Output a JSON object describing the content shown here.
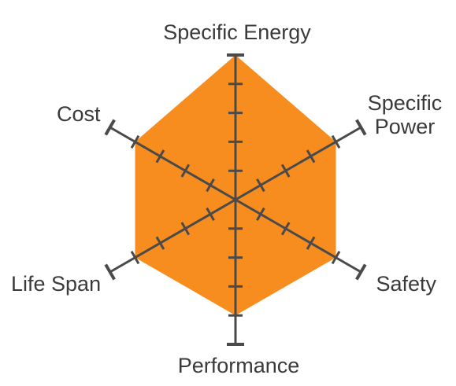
{
  "chart_data": {
    "type": "radar",
    "axes": [
      "Specific Energy",
      "Specific Power",
      "Safety",
      "Performance",
      "Life Span",
      "Cost"
    ],
    "label_lines": [
      [
        "Specific Energy"
      ],
      [
        "Specific",
        "Power"
      ],
      [
        "Safety"
      ],
      [
        "Performance"
      ],
      [
        "Life Span"
      ],
      [
        "Cost"
      ]
    ],
    "scale_max": 5,
    "tick_count": 5,
    "series": [
      {
        "values": [
          5,
          4,
          4,
          4,
          4,
          4
        ]
      }
    ],
    "fill_color": "#f68d1e",
    "axis_color": "#4a4a4a",
    "label_color": "#3a3a3a"
  }
}
